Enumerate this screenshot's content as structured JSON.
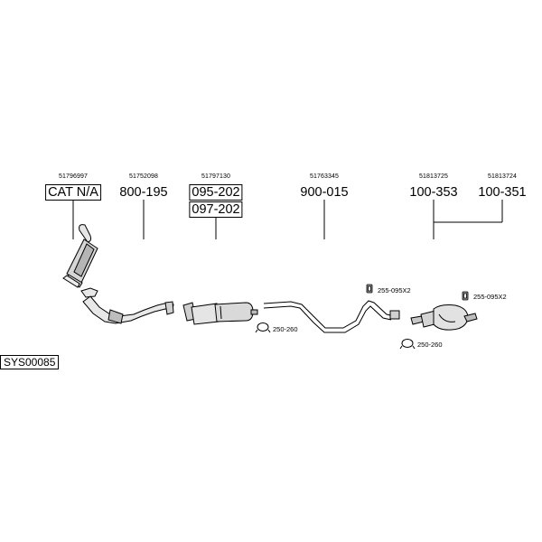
{
  "diagram": {
    "code": "SYS00085",
    "columns": [
      {
        "oem": "51796997",
        "part": "CAT N/A",
        "boxed": true
      },
      {
        "oem": "51752098",
        "part": "800-195",
        "boxed": false
      },
      {
        "oem": "51797130",
        "part": "095-202",
        "part2": "097-202",
        "boxed": true
      },
      {
        "oem": "51763345",
        "part": "900-015",
        "boxed": false
      },
      {
        "oem": "51813725",
        "part": "100-353",
        "boxed": false
      },
      {
        "oem": "51813724",
        "part": "100-351",
        "boxed": false
      }
    ],
    "accessories": [
      {
        "label": "255-095X2",
        "icon": "rubber-mount-icon"
      },
      {
        "label": "250-260",
        "icon": "clamp-icon"
      },
      {
        "label": "255-095X2",
        "icon": "rubber-mount-icon"
      },
      {
        "label": "250-260",
        "icon": "clamp-icon"
      }
    ]
  }
}
